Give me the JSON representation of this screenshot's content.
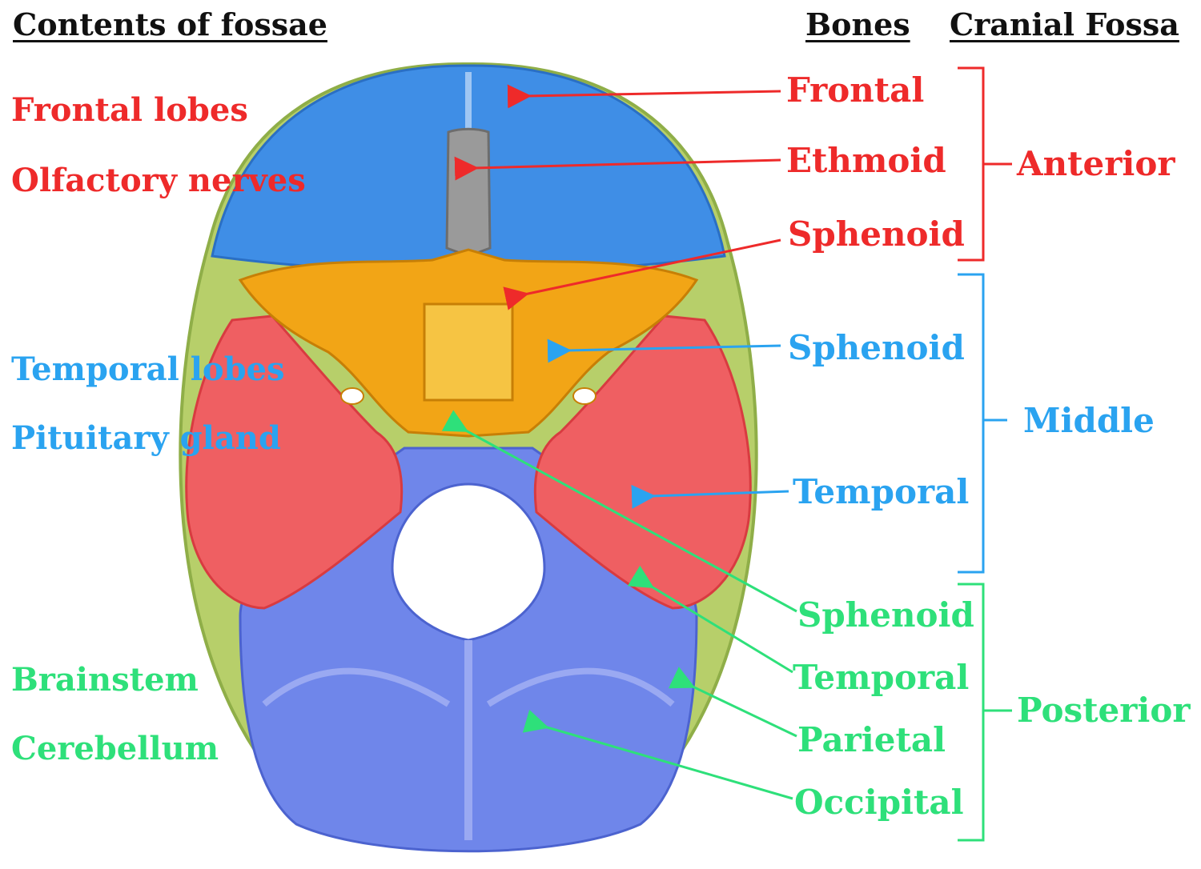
{
  "headers": {
    "contents": "Contents of fossae",
    "bones": "Bones",
    "cranial_fossa": "Cranial Fossa"
  },
  "fossae": {
    "anterior": {
      "name": "Anterior",
      "color": "#ee2a2a",
      "contents": [
        "Frontal lobes",
        "Olfactory nerves"
      ],
      "bones": [
        "Frontal",
        "Ethmoid",
        "Sphenoid"
      ]
    },
    "middle": {
      "name": "Middle",
      "color": "#2aa3f0",
      "contents": [
        "Temporal lobes",
        "Pituitary gland"
      ],
      "bones": [
        "Sphenoid",
        "Temporal"
      ]
    },
    "posterior": {
      "name": "Posterior",
      "color": "#2ee07a",
      "contents": [
        "Brainstem",
        "Cerebellum"
      ],
      "bones": [
        "Sphenoid",
        "Temporal",
        "Parietal",
        "Occipital"
      ]
    }
  },
  "bone_colors": {
    "frontal": "#3f8ee6",
    "ethmoid": "#9a9a9a",
    "sphenoid": "#f2a516",
    "temporal": "#ef5f62",
    "parietal": "#b7cf6a",
    "occipital": "#6f86ea"
  }
}
